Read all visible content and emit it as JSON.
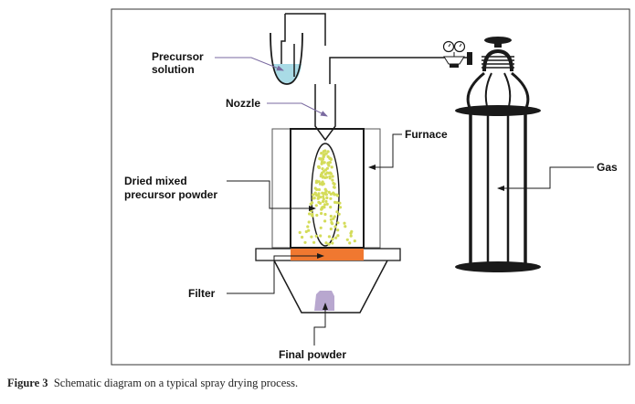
{
  "labels": {
    "precursor_line1": "Precursor",
    "precursor_line2": "solution",
    "nozzle": "Nozzle",
    "furnace": "Furnace",
    "dried_line1": "Dried mixed",
    "dried_line2": "precursor powder",
    "gas": "Gas",
    "filter": "Filter",
    "final_powder": "Final powder"
  },
  "caption": {
    "figure_number": "Figure 3",
    "text": "Schematic diagram on a typical spray drying process."
  },
  "colors": {
    "solution": "#a9dbe6",
    "filter": "#f07830",
    "powder": "#d4dc5a",
    "final_powder": "#b8a7cf",
    "line": "#1a1a1a"
  }
}
